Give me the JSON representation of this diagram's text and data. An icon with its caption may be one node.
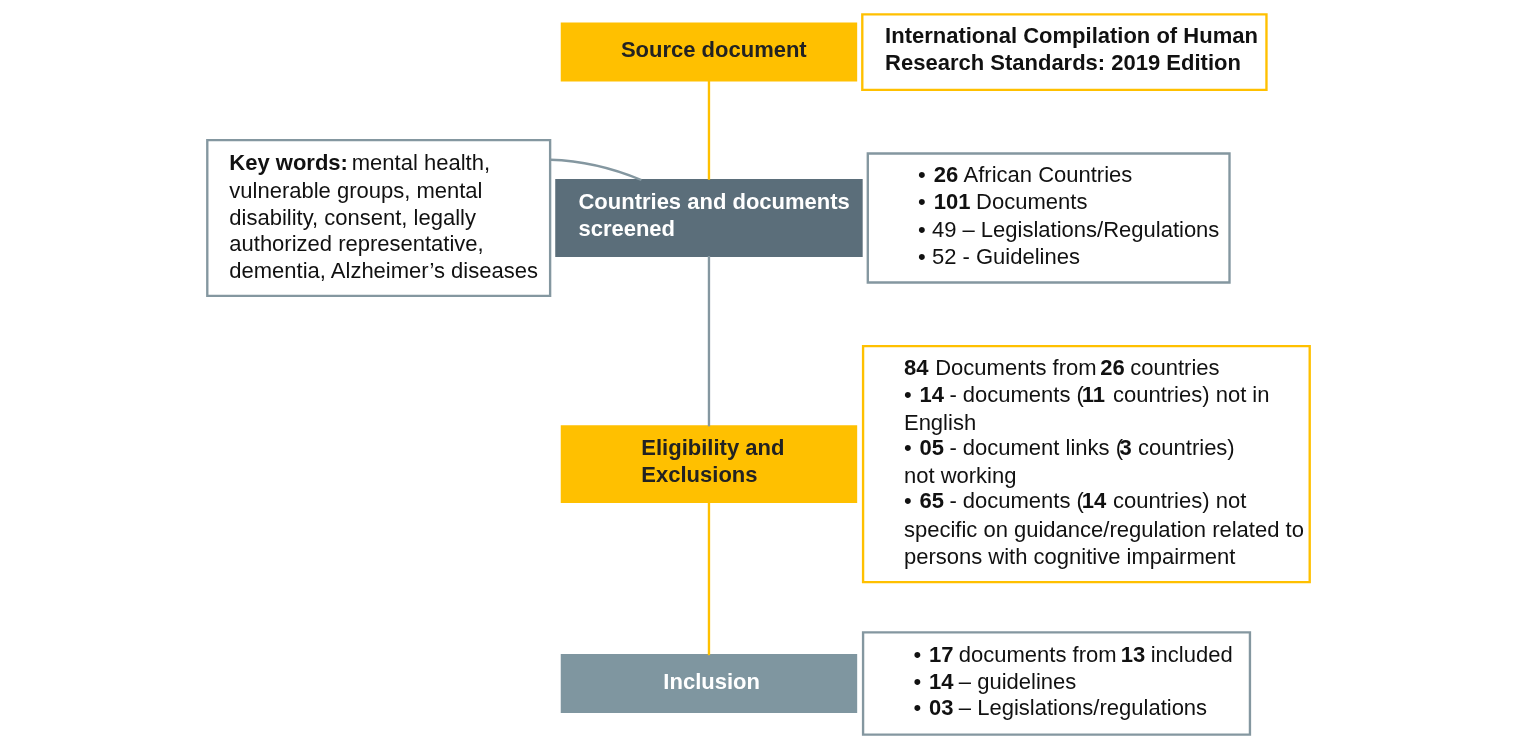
{
  "diagram": {
    "nodes": [
      {
        "text": [
          "Source document"
        ]
      },
      {
        "text": [
          "International Compilation of Human Research Standards: 2019 Edition"
        ]
      },
      {
        "text": [
          "Countries and documents screened"
        ]
      },
      {
        "text": [
          "• **26** African Countries",
          "• **101** Documents",
          "• 49 – Legislations/Regulations",
          "• 52 - Guidelines"
        ]
      },
      {
        "text": [
          "**Key words:** mental health, vulnerable groups, mental disability, consent, legally authorized representative, dementia, Alzheimer’s diseases"
        ]
      },
      {
        "text": [
          "Eligibility and Exclusions"
        ]
      },
      {
        "text": [
          "**84** Documents from **26** countries",
          "• **14** - documents (**11** countries) not in English",
          "• **05** - document links (**3** countries) not working",
          "• **65** - documents (**14** countries) not specific on guidance/regulation related to persons with cognitive impairment"
        ]
      },
      {
        "text": [
          "Inclusion"
        ]
      },
      {
        "text": [
          "• **17** documents from **13** included",
          "• **14** – guidelines",
          "• **03** – Legislations/regulations"
        ]
      }
    ],
    "edges": [
      {
        "from": 0,
        "to": 2,
        "arrow": "none",
        "color": "#ffc000"
      },
      {
        "from": 4,
        "to": 2,
        "arrow": "none",
        "color": "#8497a0"
      },
      {
        "from": 2,
        "to": 5,
        "arrow": "none",
        "color": "#8497a0"
      },
      {
        "from": 5,
        "to": 7,
        "arrow": "none",
        "color": "#ffc000"
      }
    ]
  }
}
